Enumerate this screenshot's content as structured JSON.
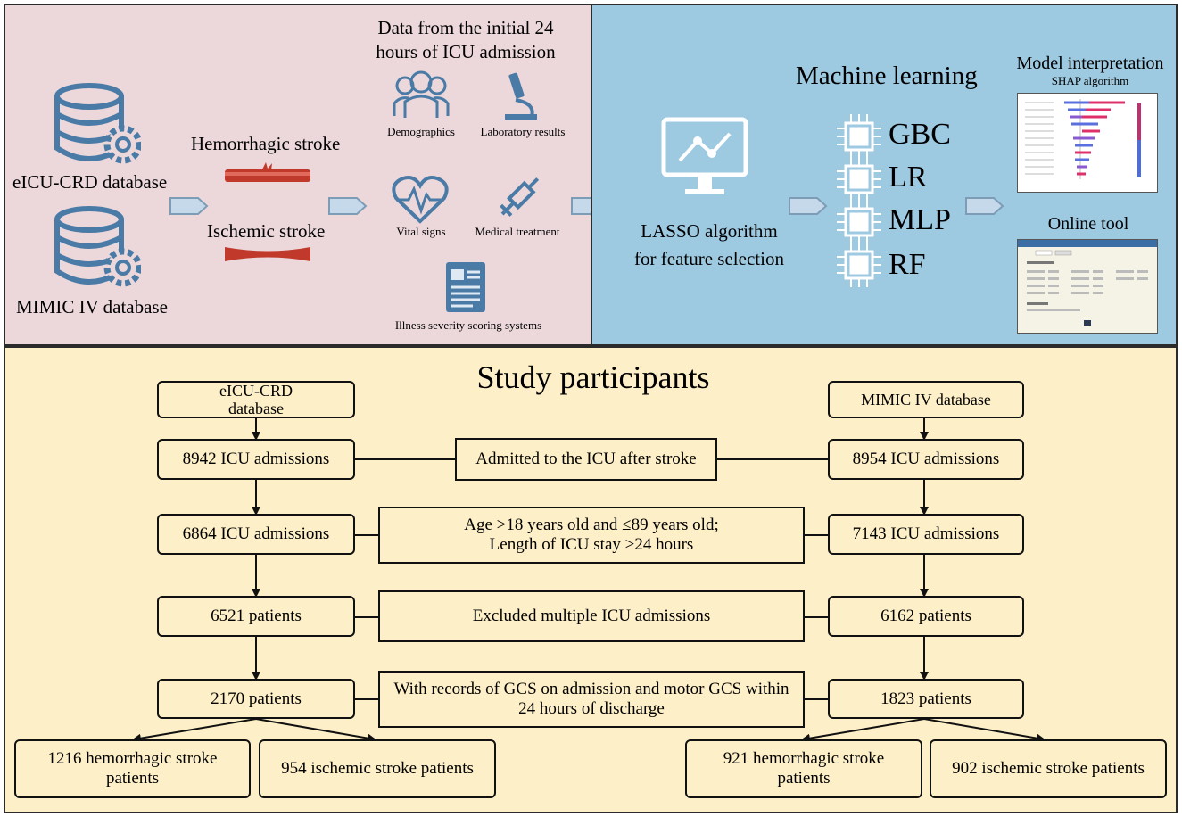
{
  "top_left": {
    "db1": "eICU-CRD database",
    "db2": "MIMIC IV database",
    "stroke1": "Hemorrhagic stroke",
    "stroke2": "Ischemic stroke",
    "data_title_line1": "Data from the initial 24",
    "data_title_line2": "hours of ICU admission",
    "items": {
      "demographics": "Demographics",
      "lab": "Laboratory results",
      "vital": "Vital signs",
      "medical": "Medical treatment",
      "illness": "Illness severity scoring systems"
    }
  },
  "top_right": {
    "lasso_line1": "LASSO algorithm",
    "lasso_line2": "for feature selection",
    "ml_title": "Machine learning",
    "models": [
      "GBC",
      "LR",
      "MLP",
      "RF"
    ],
    "interp_title": "Model interpretation",
    "interp_sub": "SHAP algorithm",
    "online_title": "Online tool"
  },
  "study": {
    "title": "Study participants",
    "left_source_line1": "eICU-CRD",
    "left_source_line2": "database",
    "right_source": "MIMIC IV database",
    "left_counts": [
      "8942 ICU admissions",
      "6864 ICU admissions",
      "6521 patients",
      "2170 patients"
    ],
    "right_counts": [
      "8954 ICU admissions",
      "7143 ICU admissions",
      "6162 patients",
      "1823 patients"
    ],
    "criteria": [
      [
        "Admitted to the ICU after stroke"
      ],
      [
        "Age >18 years old and ≤89 years old;",
        "Length of ICU stay >24 hours"
      ],
      [
        "Excluded multiple ICU admissions"
      ],
      [
        "With records of GCS on admission and motor GCS within",
        "24 hours of discharge"
      ]
    ],
    "left_outcomes": [
      "1216 hemorrhagic stroke patients",
      "954 ischemic stroke patients"
    ],
    "right_outcomes": [
      "921 hemorrhagic stroke patients",
      "902 ischemic stroke patients"
    ]
  },
  "colors": {
    "data_bg": "#ecd8db",
    "ml_bg": "#9dc9e1",
    "study_bg": "#fdefc7",
    "icon_blue": "#4a7aa6"
  }
}
